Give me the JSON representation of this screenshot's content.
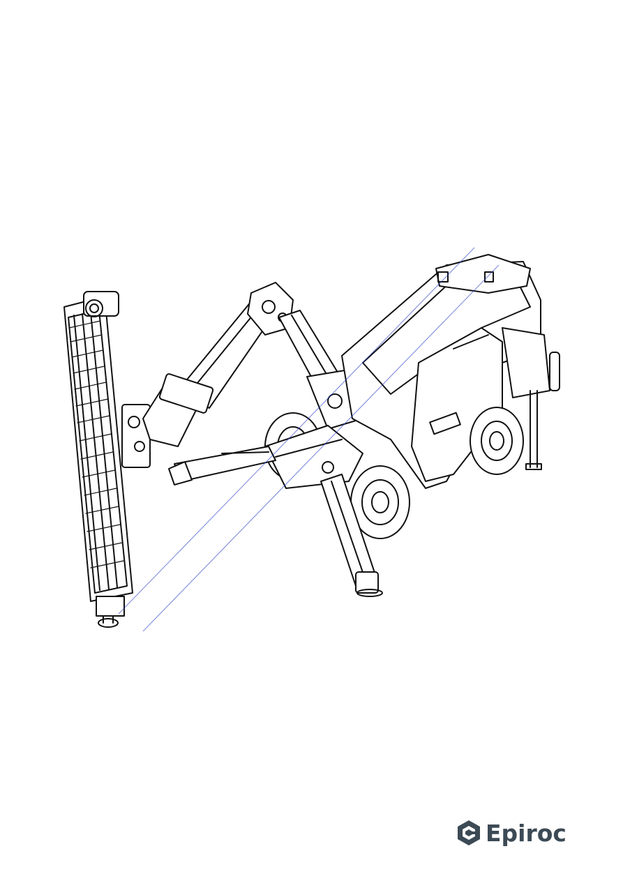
{
  "document": {
    "illustration_icon": "drill-rig-line-drawing",
    "brand": {
      "name": "Epiroc",
      "logo_icon": "epiroc-hexagon-logo",
      "color": "#3c4a55"
    }
  }
}
